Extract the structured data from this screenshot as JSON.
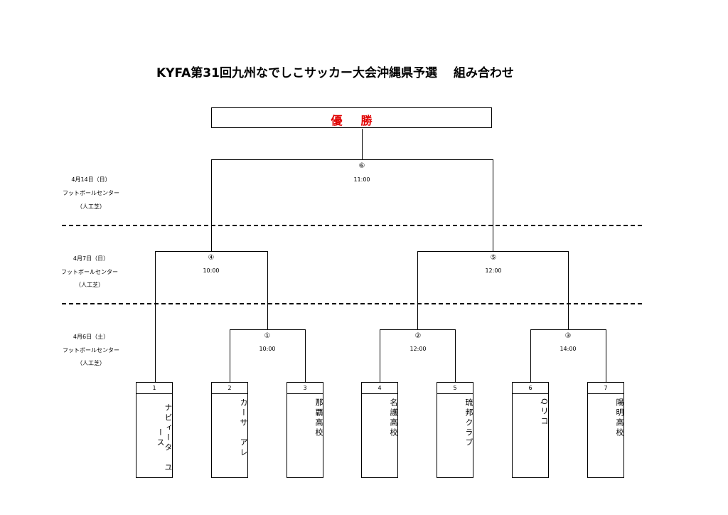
{
  "title": "KYFA第31回九州なでしこサッカー大会沖縄県予選　 組み合わせ",
  "champion_label": "優勝",
  "rounds": [
    {
      "date": "4月14日（日）",
      "venue": "フットボールセンター",
      "surface": "（人工芝）"
    },
    {
      "date": "4月7日（日）",
      "venue": "フットボールセンター",
      "surface": "（人工芝）"
    },
    {
      "date": "4月6日（土）",
      "venue": "フットボールセンター",
      "surface": "（人工芝）"
    }
  ],
  "matches": [
    {
      "no": "⑥",
      "time": "11:00"
    },
    {
      "no": "④",
      "time": "10:00"
    },
    {
      "no": "⑤",
      "time": "12:00"
    },
    {
      "no": "①",
      "time": "10:00"
    },
    {
      "no": "②",
      "time": "12:00"
    },
    {
      "no": "③",
      "time": "14:00"
    }
  ],
  "teams": [
    {
      "no": "1",
      "name": "ナビィータ　ユース"
    },
    {
      "no": "2",
      "name": "カーサ　アレ"
    },
    {
      "no": "3",
      "name": "那覇高校"
    },
    {
      "no": "4",
      "name": "名護高校"
    },
    {
      "no": "5",
      "name": "琉邦クラブ"
    },
    {
      "no": "6",
      "name": "Qリコ"
    },
    {
      "no": "7",
      "name": "陽明高校"
    }
  ]
}
